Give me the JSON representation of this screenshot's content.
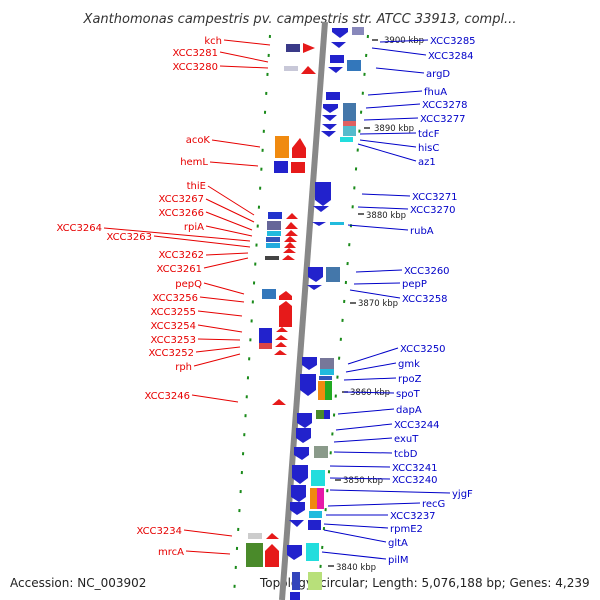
{
  "title": "Xanthomonas campestris pv. campestris str. ATCC 33913, compl...",
  "footer": {
    "accession": "Accession: NC_003902",
    "topology": "Topology: circular; Length: 5,076,188 bp; Genes: 4,239"
  },
  "ticks": [
    "3900 kbp",
    "3890 kbp",
    "3880 kbp",
    "3870 kbp",
    "3860 kbp",
    "3850 kbp",
    "3840 kbp"
  ],
  "genes_left": [
    "kch",
    "XCC3281",
    "XCC3280",
    "acoK",
    "hemL",
    "thiE",
    "XCC3267",
    "XCC3266",
    "rpiA",
    "XCC3264",
    "XCC3263",
    "XCC3262",
    "XCC3261",
    "pepQ",
    "XCC3256",
    "XCC3255",
    "XCC3254",
    "XCC3253",
    "XCC3252",
    "rph",
    "XCC3246",
    "XCC3234",
    "mrcA"
  ],
  "genes_right": [
    "XCC3285",
    "XCC3284",
    "argD",
    "fhuA",
    "XCC3278",
    "XCC3277",
    "tdcF",
    "hisC",
    "az1",
    "XCC3271",
    "XCC3270",
    "rubA",
    "XCC3260",
    "pepP",
    "XCC3258",
    "XCC3250",
    "gmk",
    "rpoZ",
    "spoT",
    "dapA",
    "XCC3244",
    "exuT",
    "tcbD",
    "XCC3241",
    "XCC3240",
    "yjgF",
    "recG",
    "XCC3237",
    "rpmE2",
    "gltA",
    "pilM"
  ]
}
